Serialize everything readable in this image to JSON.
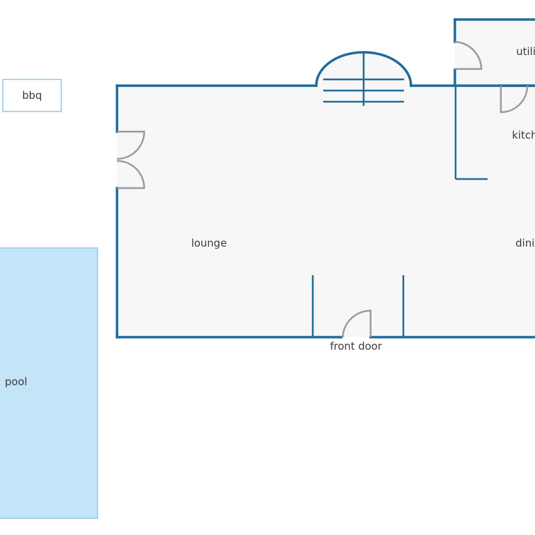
{
  "colors": {
    "wall": "#1f6a9a",
    "floor": "#f7f7f7",
    "door": "#9a9a9a",
    "pool_fill": "#c4e4f8",
    "pool_stroke": "#a6d4f0",
    "bbq_stroke": "#a6d4f0",
    "label": "#3a3a3a"
  },
  "rooms": {
    "lounge": "lounge",
    "dining": "dining",
    "kitchen": "kitchen",
    "utility": "utility"
  },
  "outdoor": {
    "bbq": "bbq",
    "pool": "pool"
  },
  "entrances": {
    "front_door": "front door"
  }
}
